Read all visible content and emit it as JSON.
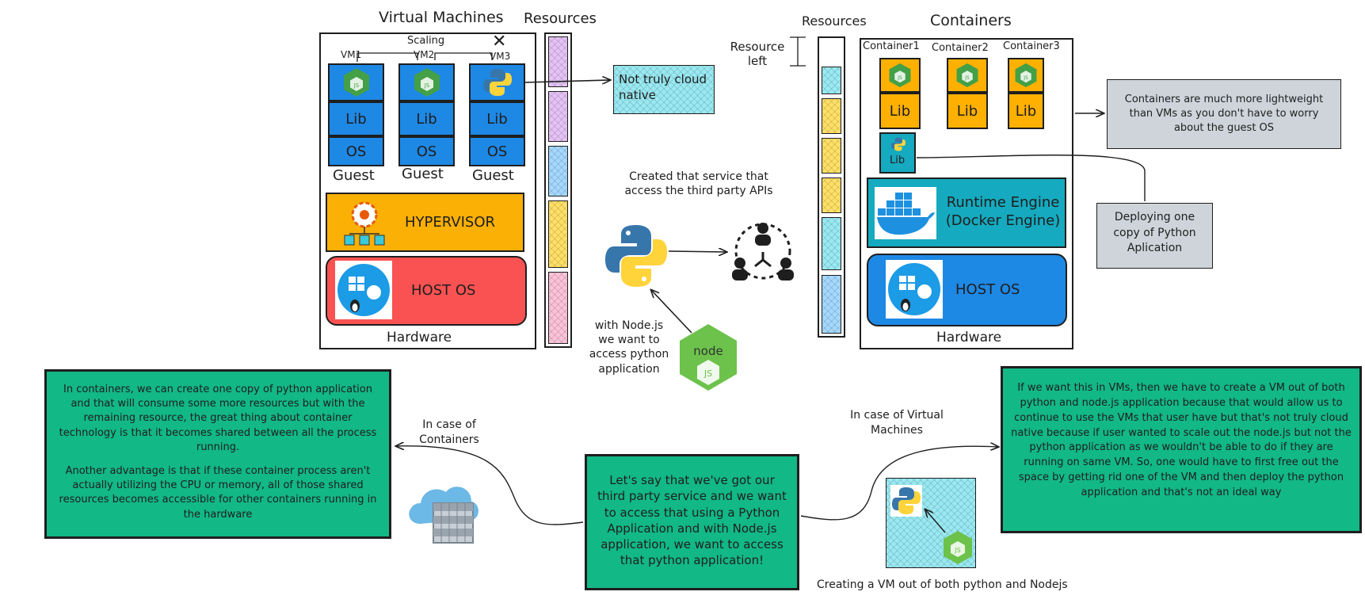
{
  "vm_section": {
    "title": "Virtual Machines",
    "resources_label": "Resources",
    "scaling_label": "Scaling",
    "x_mark": "✕",
    "vms": [
      {
        "name": "VM1",
        "lib": "Lib",
        "os": "OS",
        "guest": "Guest",
        "app_icon": "nodejs-icon"
      },
      {
        "name": "VM2",
        "lib": "Lib",
        "os": "OS",
        "guest": "Guest",
        "app_icon": "nodejs-icon"
      },
      {
        "name": "VM3",
        "lib": "Lib",
        "os": "OS",
        "guest": "Guest",
        "app_icon": "python-icon"
      }
    ],
    "hypervisor_label": "HYPERVISOR",
    "host_os_label": "HOST OS",
    "hardware_label": "Hardware",
    "not_cloud_native": "Not truly cloud native",
    "resource_colors": [
      "#be4bdb",
      "#be4bdb",
      "#228be6",
      "#fab005",
      "#e64980"
    ]
  },
  "middle": {
    "service_text": "Created that service that access the third party APIs",
    "nodejs_text": "with Node.js we want to access python application"
  },
  "container_section": {
    "title": "Containers",
    "resources_label": "Resources",
    "resource_left_label": "Resource left",
    "containers": [
      {
        "name": "Container1",
        "lib": "Lib",
        "app_icon": "nodejs-icon"
      },
      {
        "name": "Container2",
        "lib": "Lib",
        "app_icon": "nodejs-icon"
      },
      {
        "name": "Container3",
        "lib": "Lib",
        "app_icon": "nodejs-icon"
      }
    ],
    "python_lib": "Lib",
    "runtime_label": "Runtime Engine (Docker Engine)",
    "host_os_label": "HOST OS",
    "hardware_label": "Hardware",
    "resource_colors": [
      "#15aabf",
      "#fab005",
      "#fab005",
      "#fab005",
      "#15aabf",
      "#228be6"
    ]
  },
  "notes": {
    "lightweight": "Containers are much more lightweight than VMs as you don't have to worry about the guest OS",
    "deploying": "Deploying one copy of Python Aplication",
    "containers_case": "In case of Containers",
    "vm_case": "In case of Virtual Machines",
    "left_p1": "In containers, we can create one copy of python application and that will consume some more resources but with the remaining resource, the great thing about container technology is that it becomes shared between all the process running.",
    "left_p2": "Another advantage is that if these container process aren't actually utilizing the CPU or memory, all of those shared resources becomes accessible for other containers running in the hardware",
    "center": "Let's say that we've got our third party service and we want to access that using a Python Application and with Node.js application, we want to access that python application!",
    "right": "If we want this in VMs, then we have to create a VM out of both python and node.js application because that would allow us to continue to use the VMs that user have but that's not truly cloud native because if user wanted to scale out the node.js but not the python application as we wouldn't be able to do if they are running on same VM. So, one would have to first free out the space by getting rid one of the VM and then deploy the python application and that's not an ideal way",
    "vm_caption": "Creating a VM out of both python and Nodejs"
  },
  "colors": {
    "blue": "#1e88e5",
    "orange": "#ffb000",
    "hypervisor": "#fab005",
    "host_os_red": "#fa5252",
    "docker_teal": "#15aabf",
    "green_note": "#12b886",
    "gray_note": "#ced4da",
    "hatch_cyan": "#99e9f2"
  }
}
